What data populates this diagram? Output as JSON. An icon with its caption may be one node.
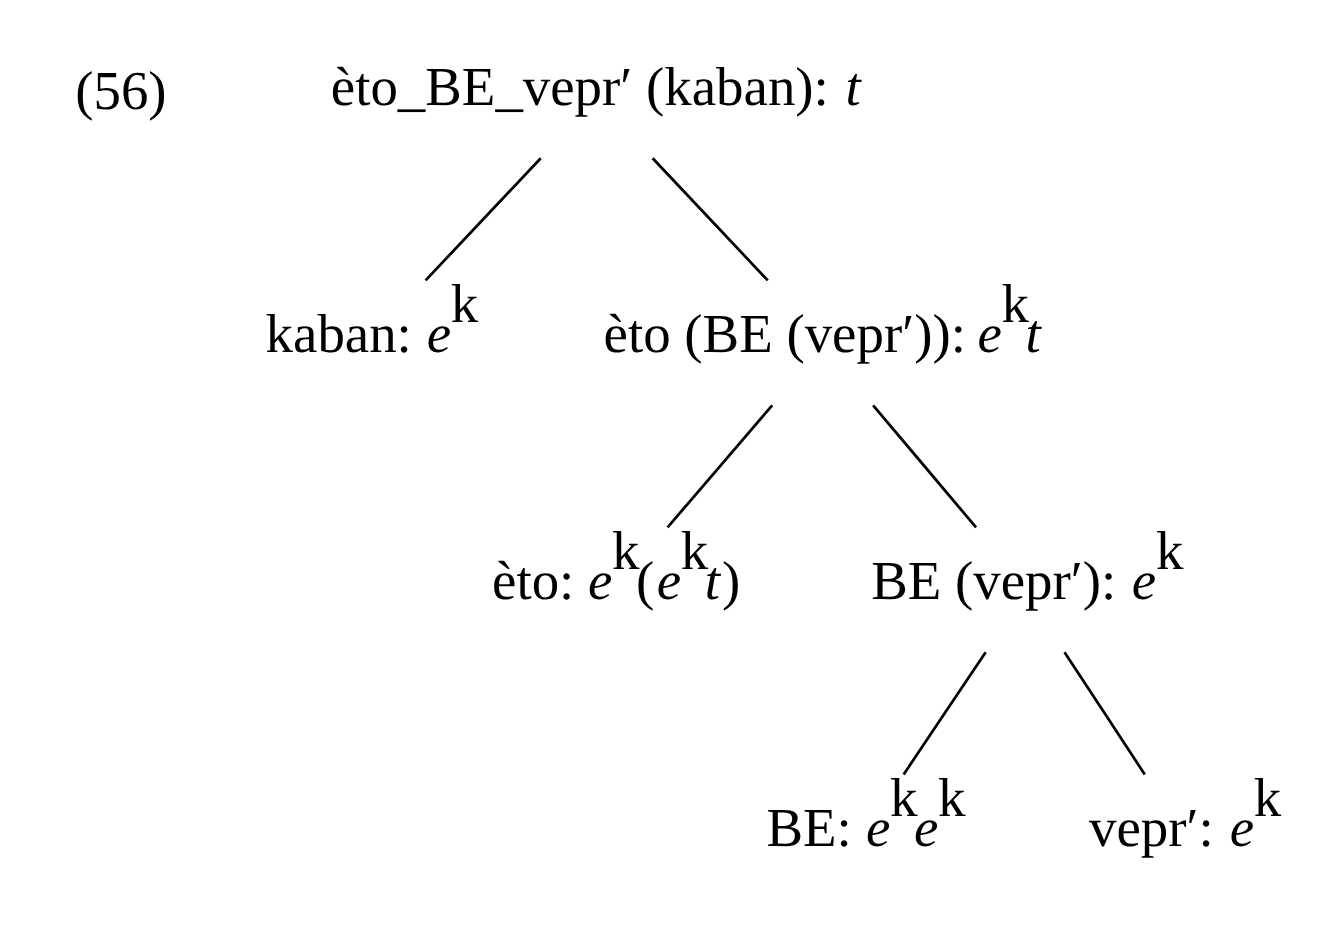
{
  "diagram": {
    "nodes": [
      {
        "text": [
          "èto_BE_vepr′ (kaban): *t*"
        ]
      },
      {
        "text": [
          "kaban: *e*$^{k}$"
        ]
      },
      {
        "text": [
          "èto (BE (vepr′)): *e*$^{k}$*t*"
        ]
      },
      {
        "text": [
          "èto: *e*$^{k}$(*e*$^{k}$*t*)"
        ]
      },
      {
        "text": [
          "BE (vepr′): *e*$^{k}$"
        ]
      },
      {
        "text": [
          "BE: *e*$^{k}$*e*$^{k}$"
        ]
      },
      {
        "text": [
          "vepr′: *e*$^{k}$"
        ]
      }
    ],
    "edges": [
      {
        "from": 0,
        "to": 1,
        "arrow": "none"
      },
      {
        "from": 0,
        "to": 2,
        "arrow": "none"
      },
      {
        "from": 2,
        "to": 3,
        "arrow": "none"
      },
      {
        "from": 2,
        "to": 4,
        "arrow": "none"
      },
      {
        "from": 4,
        "to": 5,
        "arrow": "none"
      },
      {
        "from": 4,
        "to": 6,
        "arrow": "none"
      }
    ],
    "labels": [
      "(56)"
    ]
  }
}
